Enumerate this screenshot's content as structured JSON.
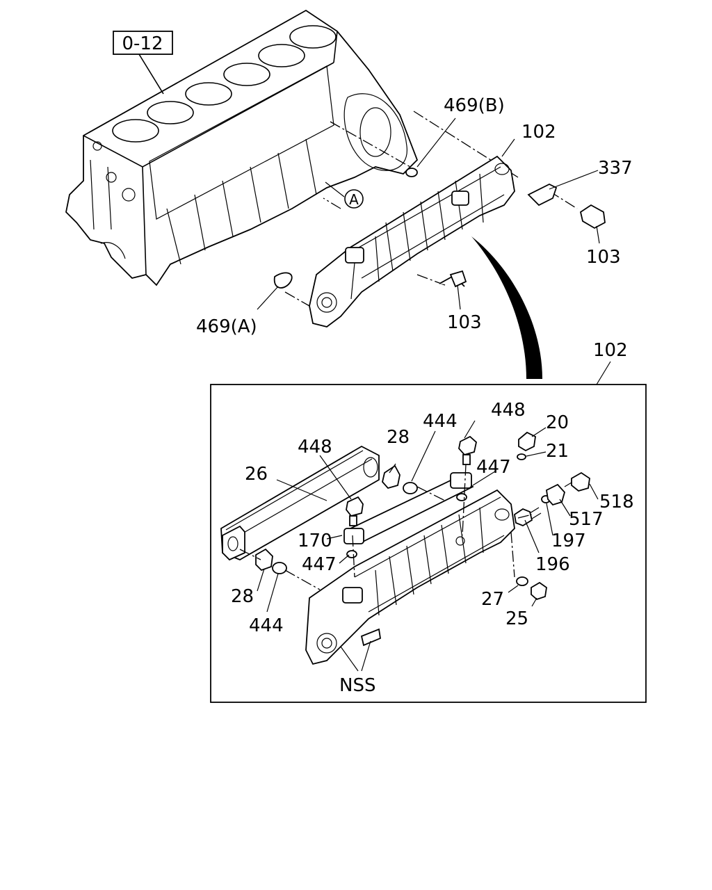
{
  "reference_box": "0-12",
  "callouts": {
    "c469b": "469(B)",
    "c102_top": "102",
    "c337": "337",
    "c103_right": "103",
    "c103_mid": "103",
    "c469a": "469(A)",
    "c102_box": "102",
    "circle_a": "A",
    "c448_top": "448",
    "c20": "20",
    "c444_top": "444",
    "c28_top": "28",
    "c448_left": "448",
    "c21": "21",
    "c26": "26",
    "c447_top": "447",
    "c518": "518",
    "c517": "517",
    "c170": "170",
    "c197": "197",
    "c447_left": "447",
    "c196": "196",
    "c28_left": "28",
    "c27": "27",
    "c444_left": "444",
    "c25": "25",
    "nss": "NSS"
  }
}
